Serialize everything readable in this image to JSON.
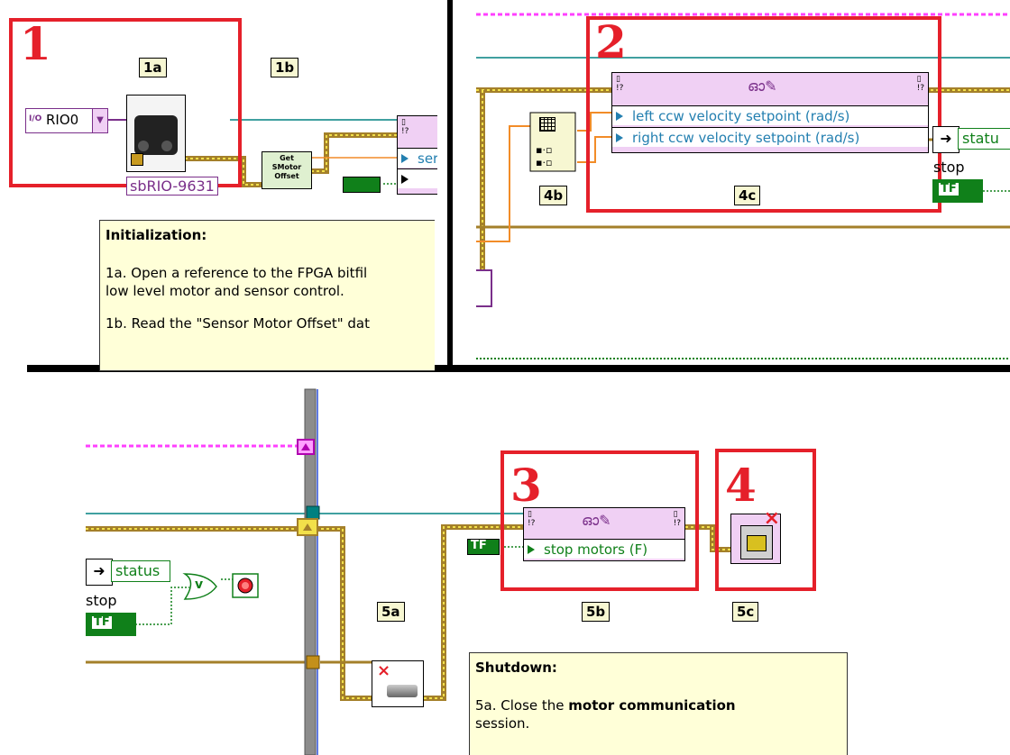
{
  "quadrant_top_left": {
    "big_number": "1",
    "label_1a": "1a",
    "label_1b": "1b",
    "rio_control": "RIO0",
    "rio_prefix": "I/O",
    "target_label": "sbRIO-9631",
    "subvi_text_lines": [
      "Get",
      "SMotor",
      "Offset"
    ],
    "partial_prop": "ser",
    "comment": {
      "heading": "Initialization:",
      "line_1a": "1a. Open a reference to the FPGA bitfil",
      "line_1a_cont": "low level motor and sensor control.",
      "line_1b": "1b. Read the \"Sensor Motor Offset\" dat"
    }
  },
  "quadrant_top_right": {
    "big_number": "2",
    "label_4b": "4b",
    "label_4c": "4c",
    "prop_left": "left ccw velocity setpoint (rad/s)",
    "prop_right": "right ccw velocity setpoint (rad/s)",
    "status_partial": "statu",
    "stop_label": "stop",
    "tf_text": "TF"
  },
  "quadrant_bottom": {
    "big_number_3": "3",
    "big_number_4": "4",
    "label_5a": "5a",
    "label_5b": "5b",
    "label_5c": "5c",
    "prop_stop": "stop motors (F)",
    "status_label": "status",
    "stop_label": "stop",
    "tf_text": "TF",
    "or_symbol": "v",
    "comment": {
      "heading": "Shutdown:",
      "line_5a_pre": "5a. Close the ",
      "line_5a_bold": "motor communication",
      "line_5a_end": "session."
    }
  },
  "colors": {
    "highlight": "#e5202a",
    "fpga_wire": "#008080",
    "cluster_wire": "#a4802a",
    "orange_wire": "#f28c28",
    "pink_wire": "#ff40ff",
    "green_wire": "#10801a"
  }
}
